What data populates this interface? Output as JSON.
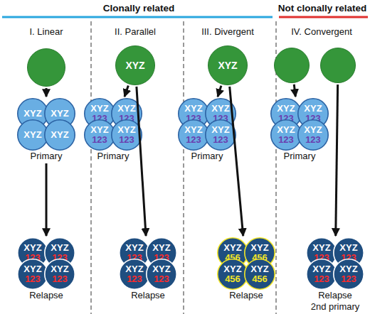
{
  "diagram": {
    "nodes": [
      {
        "text": []
      },
      {
        "text": [
          "Primary"
        ]
      },
      {
        "text": [
          "XYZ"
        ],
        "in": 1
      },
      {
        "text": [
          "XYZ"
        ],
        "in": 1
      },
      {
        "text": [
          "XYZ"
        ],
        "in": 1
      },
      {
        "text": [
          "XYZ"
        ],
        "in": 1
      },
      {
        "text": [
          "Relapse"
        ]
      },
      {
        "text": [
          "XYZ",
          "123"
        ],
        "in": 6
      },
      {
        "text": [
          "XYZ",
          "123"
        ],
        "in": 6
      },
      {
        "text": [
          "XYZ",
          "123"
        ],
        "in": 6
      },
      {
        "text": [
          "XYZ",
          "123"
        ],
        "in": 6
      },
      {
        "text": [
          "XYZ"
        ]
      },
      {
        "text": [
          "Primary"
        ]
      },
      {
        "text": [
          "XYZ",
          "123"
        ],
        "in": 12
      },
      {
        "text": [
          "XYZ",
          "123"
        ],
        "in": 12
      },
      {
        "text": [
          "XYZ",
          "123"
        ],
        "in": 12
      },
      {
        "text": [
          "XYZ",
          "123"
        ],
        "in": 12
      },
      {
        "text": [
          "Relapse"
        ]
      },
      {
        "text": [
          "XYZ",
          "123"
        ],
        "in": 17
      },
      {
        "text": [
          "XYZ",
          "123"
        ],
        "in": 17
      },
      {
        "text": [
          "XYZ",
          "123"
        ],
        "in": 17
      },
      {
        "text": [
          "XYZ",
          "123"
        ],
        "in": 17
      },
      {
        "text": [
          "XYZ"
        ]
      },
      {
        "text": [
          "Primary"
        ]
      },
      {
        "text": [
          "XYZ",
          "123"
        ],
        "in": 23
      },
      {
        "text": [
          "XYZ",
          "123"
        ],
        "in": 23
      },
      {
        "text": [
          "XYZ",
          "123"
        ],
        "in": 23
      },
      {
        "text": [
          "XYZ",
          "123"
        ],
        "in": 23
      },
      {
        "text": [
          "Relapse"
        ]
      },
      {
        "text": [
          "XYZ",
          "456"
        ],
        "in": 28
      },
      {
        "text": [
          "XYZ",
          "456"
        ],
        "in": 28
      },
      {
        "text": [
          "XYZ",
          "456"
        ],
        "in": 28
      },
      {
        "text": [
          "XYZ",
          "456"
        ],
        "in": 28
      },
      {
        "text": []
      },
      {
        "text": []
      },
      {
        "text": [
          "Primary"
        ]
      },
      {
        "text": [
          "XYZ",
          "123"
        ],
        "in": 35
      },
      {
        "text": [
          "XYZ",
          "123"
        ],
        "in": 35
      },
      {
        "text": [
          "XYZ",
          "123"
        ],
        "in": 35
      },
      {
        "text": [
          "XYZ",
          "123"
        ],
        "in": 35
      },
      {
        "text": [
          "Relapse",
          "2nd primary"
        ]
      },
      {
        "text": [
          "XYZ",
          "123"
        ],
        "in": 40
      },
      {
        "text": [
          "XYZ",
          "123"
        ],
        "in": 40
      },
      {
        "text": [
          "XYZ",
          "123"
        ],
        "in": 40
      },
      {
        "text": [
          "XYZ",
          "123"
        ],
        "in": 40
      }
    ],
    "edges": [
      {
        "from": 0,
        "to": 1,
        "arrow": "to"
      },
      {
        "from": 1,
        "to": 6,
        "arrow": "to"
      },
      {
        "from": 11,
        "to": 12,
        "arrow": "to"
      },
      {
        "from": 11,
        "to": 17,
        "arrow": "to"
      },
      {
        "from": 22,
        "to": 23,
        "arrow": "to"
      },
      {
        "from": 22,
        "to": 28,
        "arrow": "to"
      },
      {
        "from": 33,
        "to": 35,
        "arrow": "to"
      },
      {
        "from": 34,
        "to": 40,
        "arrow": "to"
      }
    ],
    "labels": [
      "Clonally related",
      "Not clonally related",
      "I. Linear",
      "II. Parallel",
      "III. Divergent",
      "IV. Convergent"
    ]
  }
}
